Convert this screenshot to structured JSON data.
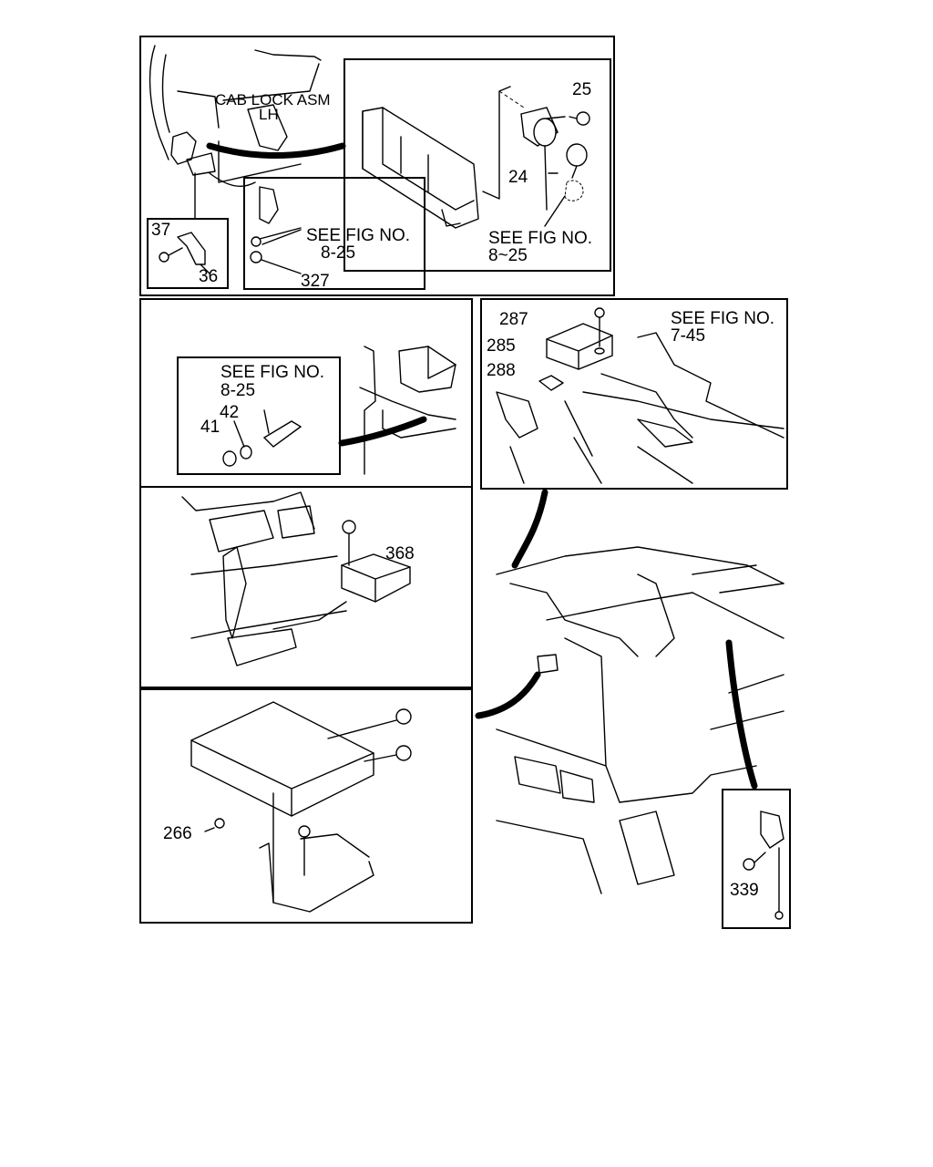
{
  "labels": {
    "cab_lock": "CAB LOCK ASM",
    "cab_lock_side": "LH",
    "see_fig": "SEE FIG NO.",
    "fig_8_25": "8-25",
    "fig_8_25_alt": "8~25",
    "fig_7_45": "7-45",
    "p25": "25",
    "p24": "24",
    "p37": "37",
    "p36": "36",
    "p327": "327",
    "p287": "287",
    "p285": "285",
    "p288": "288",
    "p41": "41",
    "p42": "42",
    "p368": "368",
    "p266": "266",
    "p339": "339"
  }
}
